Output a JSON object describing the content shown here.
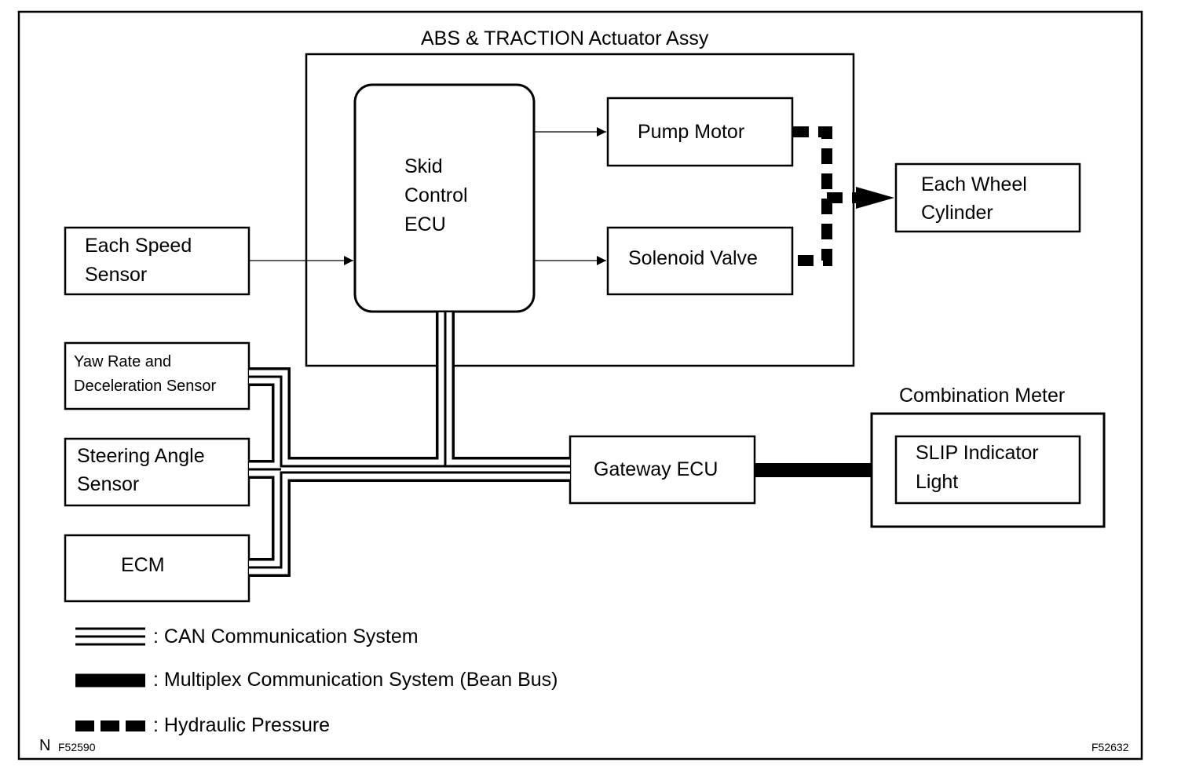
{
  "actuator_assy": {
    "title": "ABS & TRACTION Actuator Assy"
  },
  "skid_ecu": {
    "line1": "Skid",
    "line2": "Control",
    "line3": "ECU"
  },
  "pump_motor": {
    "label": "Pump Motor"
  },
  "solenoid_valve": {
    "label": "Solenoid Valve"
  },
  "wheel_cylinder": {
    "line1": "Each Wheel",
    "line2": "Cylinder"
  },
  "speed_sensor": {
    "line1": "Each Speed",
    "line2": "Sensor"
  },
  "yaw_sensor": {
    "line1": "Yaw Rate and",
    "line2": "Deceleration Sensor"
  },
  "steering_sensor": {
    "line1": "Steering Angle",
    "line2": "Sensor"
  },
  "ecm": {
    "label": "ECM"
  },
  "gateway_ecu": {
    "label": "Gateway ECU"
  },
  "combination_meter": {
    "title": "Combination Meter"
  },
  "slip_light": {
    "line1": "SLIP Indicator",
    "line2": "Light"
  },
  "legend": {
    "can": ": CAN Communication System",
    "multiplex": ": Multiplex Communication System (Bean Bus)",
    "hydraulic": ": Hydraulic Pressure"
  },
  "footer": {
    "mark": "N",
    "left_code": "F52590",
    "right_code": "F52632"
  }
}
